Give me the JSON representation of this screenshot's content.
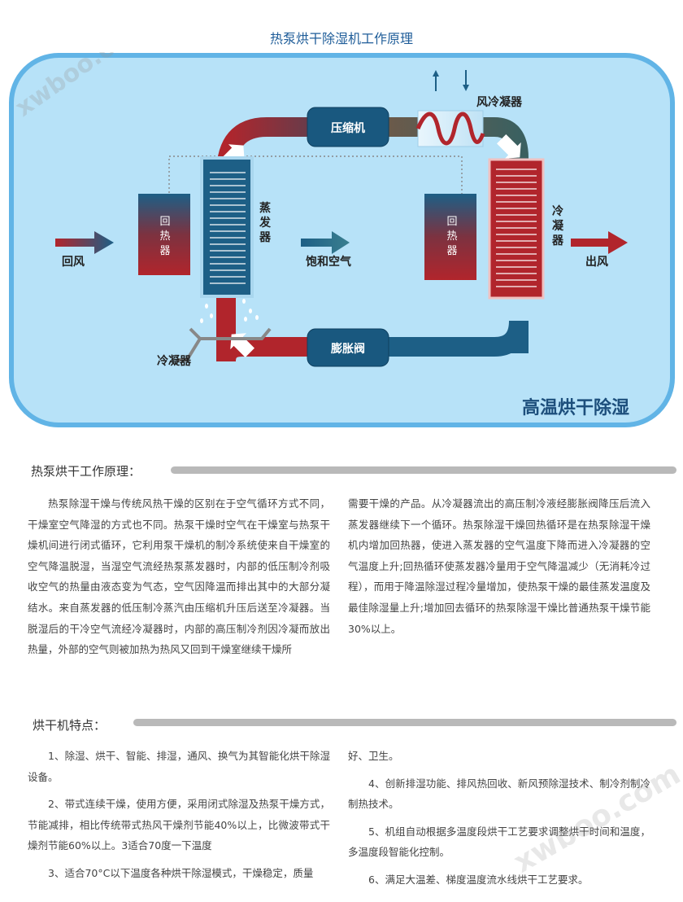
{
  "title": "热泵烘干除湿机工作原理",
  "watermark": "xwboo.com",
  "diagram": {
    "compressor": "压缩机",
    "expansion_valve": "膨胀阀",
    "air_condenser": "风冷凝器",
    "evaporator": "蒸发器",
    "condenser_right": "冷凝器",
    "reheater": "回热器",
    "return_air": "回风",
    "saturated_air": "饱和空气",
    "outlet_air": "出风",
    "condenser_bottom": "冷凝器",
    "mode_label": "高温烘干除湿",
    "colors": {
      "hot": "#b1252c",
      "cold": "#1d5f86",
      "panel": "#b7e2f8",
      "panel_border": "#61b4e6",
      "box": "#19587f"
    }
  },
  "section1": {
    "heading": "热泵烘干工作原理：",
    "left_text": "热泵除湿干燥与传统风热干燥的区别在于空气循环方式不同，干燥室空气降湿的方式也不同。热泵干燥时空气在干燥室与热泵干燥机间进行闭式循环，它利用泵干燥机的制冷系统使来自干燥室的空气降温脱湿，当湿空气流经热泵蒸发器时，内部的低压制冷剂吸收空气的热量由液态变为气态，空气因降温而排出其中的大部分凝结水。来自蒸发器的低压制冷蒸汽由压缩机升压后送至冷凝器。当脱湿后的干冷空气流经冷凝器时，内部的高压制冷剂因冷凝而放出热量，外部的空气则被加热为热风又回到干燥室继续干燥所",
    "right_text": "需要干燥的产品。从冷凝器流出的高压制冷液经膨胀阀降压后流入蒸发器继续下一个循环。热泵除湿干燥回热循环是在热泵除湿干燥机内增加回热器，使进入蒸发器的空气温度下降而进入冷凝器的空气温度上升;回热循环使蒸发器冷量用于空气降温减少（无消耗冷过程），而用于降温除湿过程冷量增加，使热泵干燥的最佳蒸发温度及最佳除湿量上升;增加回去循环的热泵除湿干燥比普通热泵干燥节能30%以上。"
  },
  "section2": {
    "heading": "烘干机特点：",
    "left_items": [
      "1、除湿、烘干、智能、排湿，通风、换气为其智能化烘干除湿设备。",
      "2、带式连续干燥，使用方便，采用闭式除湿及热泵干燥方式，节能减排，相比传统带式热风干燥剂节能40%以上，比微波带式干燥剂节能60%以上。3适合70度一下温度",
      "3、适合70°C以下温度各种烘干除湿模式，干燥稳定，质量"
    ],
    "right_items": [
      "好、卫生。",
      "4、创新排湿功能、排风热回收、新风预除湿技术、制冷剂制冷制热技术。",
      "5、机组自动根据多温度段烘干工艺要求调整烘干时间和温度，多温度段智能化控制。",
      "6、满足大温差、梯度温度流水线烘干工艺要求。"
    ]
  }
}
